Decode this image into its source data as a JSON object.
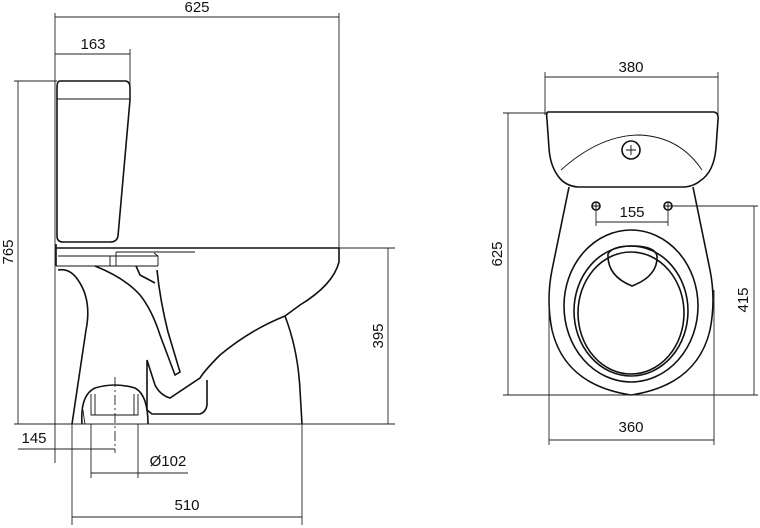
{
  "side_view": {
    "dims": {
      "overall_depth": "625",
      "tank_depth": "163",
      "overall_height": "765",
      "seat_height": "395",
      "outlet_offset": "145",
      "outlet_diameter": "Ø102",
      "base_length": "510"
    }
  },
  "top_view": {
    "dims": {
      "tank_width": "380",
      "overall_depth": "625",
      "seat_holes_spacing": "155",
      "holes_to_front": "415",
      "bowl_width": "360"
    }
  },
  "colors": {
    "line": "#111111",
    "background": "#ffffff"
  }
}
